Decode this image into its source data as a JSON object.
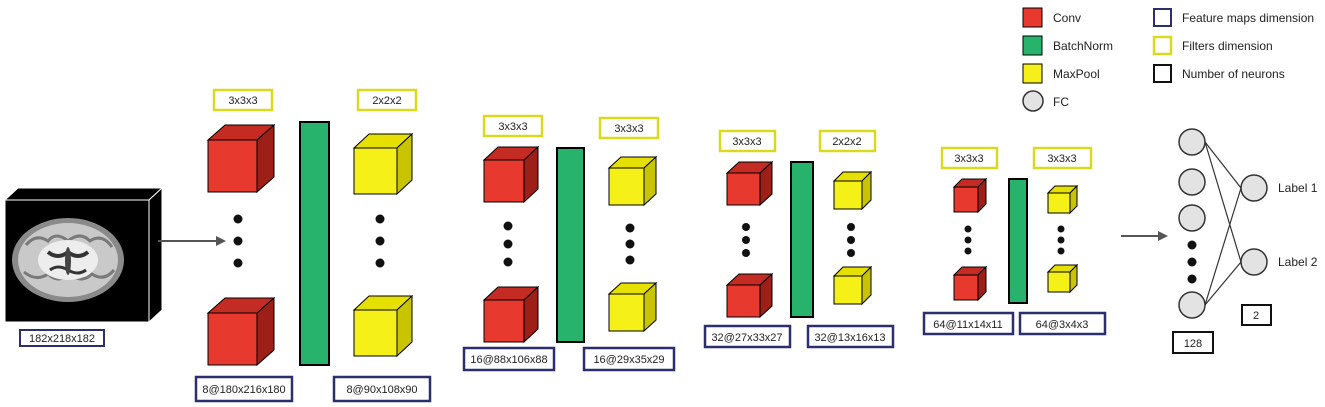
{
  "colors": {
    "conv": "#e8392e",
    "conv_dark": "#b8231a",
    "batchnorm": "#27b36b",
    "maxpool": "#f5f017",
    "maxpool_dark": "#c9c400",
    "fc": "#e3e3e3",
    "feature_box": "#2b2f6e",
    "filter_box": "#d9d91e",
    "neuron_box": "#111111",
    "arrow": "#555555"
  },
  "legend": {
    "conv": "Conv",
    "batchnorm": "BatchNorm",
    "maxpool": "MaxPool",
    "fc": "FC",
    "feature_maps": "Feature maps dimension",
    "filters": "Filters dimension",
    "neurons": "Number of neurons"
  },
  "input": {
    "dimension": "182x218x182"
  },
  "blocks": [
    {
      "conv_filter": "3x3x3",
      "conv_features": "8@180x216x180",
      "pool_filter": "2x2x2",
      "pool_features": "8@90x108x90"
    },
    {
      "conv_filter": "3x3x3",
      "conv_features": "16@88x106x88",
      "pool_filter": "3x3x3",
      "pool_features": "16@29x35x29"
    },
    {
      "conv_filter": "3x3x3",
      "conv_features": "32@27x33x27",
      "pool_filter": "2x2x2",
      "pool_features": "32@13x16x13"
    },
    {
      "conv_filter": "3x3x3",
      "conv_features": "64@11x14x11",
      "pool_filter": "3x3x3",
      "pool_features": "64@3x4x3"
    }
  ],
  "fc": {
    "hidden_neurons": "128",
    "output_neurons": "2",
    "output_labels": [
      "Label 1",
      "Label 2"
    ]
  }
}
